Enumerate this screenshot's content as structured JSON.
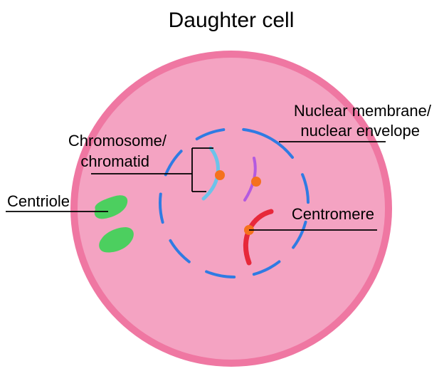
{
  "title": "Daughter cell",
  "labels": {
    "nuclear_membrane_line1": "Nuclear membrane/",
    "nuclear_membrane_line2": "nuclear envelope",
    "chromosome_line1": "Chromosome/",
    "chromosome_line2": "chromatid",
    "centriole": "Centriole",
    "centromere": "Centromere"
  },
  "colors": {
    "cytoplasm": "#f4a3c2",
    "cell_membrane": "#ef77a2",
    "nuclear_envelope": "#2f7be3",
    "chromatid_blue": "#6cc3ea",
    "chromatid_purple": "#b35ae0",
    "chromatid_red": "#e7283a",
    "centromere": "#f5711d",
    "centriole": "#4ccf5f",
    "label_line": "#000000"
  }
}
